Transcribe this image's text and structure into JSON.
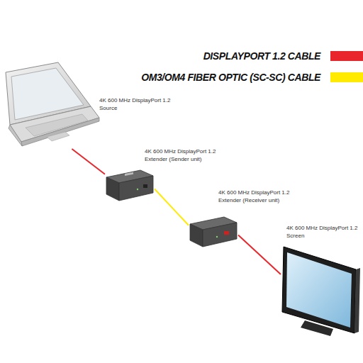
{
  "diagram": {
    "nodes": [
      {
        "text": [
          "4K 600 MHz DisplayPort 1.2 Source"
        ]
      },
      {
        "text": [
          "4K 600 MHz DisplayPort 1.2 Extender (Sender unit)"
        ]
      },
      {
        "text": [
          "4K 600 MHz DisplayPort 1.2 Extender (Receiver unit)"
        ]
      },
      {
        "text": [
          "4K 600 MHz DisplayPort 1.2 Screen"
        ]
      }
    ],
    "edges": [
      {
        "from": 0,
        "to": 1,
        "arrow": "none"
      },
      {
        "from": 1,
        "to": 2,
        "arrow": "none"
      },
      {
        "from": 2,
        "to": 3,
        "arrow": "none"
      }
    ],
    "legend": [
      {
        "text": "DISPLAYPORT 1.2 CABLE",
        "color": "#e8262b"
      },
      {
        "text": "OM3/OM4 FIBER OPTIC (SC-SC) CABLE",
        "color": "#ffea00"
      }
    ]
  }
}
